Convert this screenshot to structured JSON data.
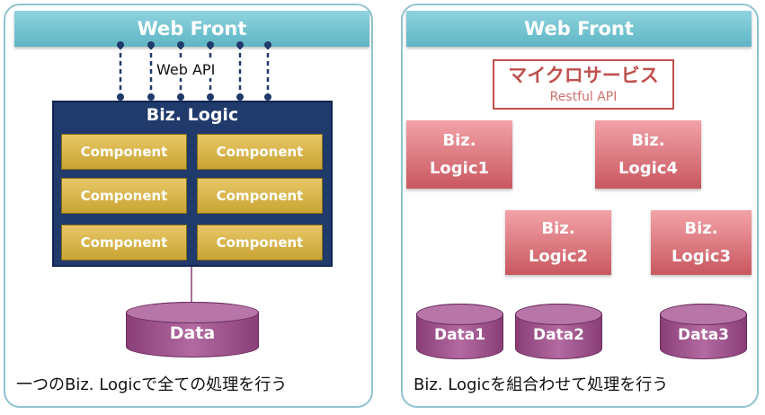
{
  "left_panel": {
    "header": "Web Front",
    "api_label": "Web API",
    "biz_title": "Biz. Logic",
    "components": [
      "Component",
      "Component",
      "Component",
      "Component",
      "Component",
      "Component"
    ],
    "data_label": "Data",
    "caption": "一つのBiz. Logicで全ての処理を行う"
  },
  "right_panel": {
    "header": "Web Front",
    "microservices_label": "マイクロサービス",
    "restful_label": "Restful API",
    "biz1": [
      "Biz.",
      "Logic1"
    ],
    "biz2": [
      "Biz.",
      "Logic2"
    ],
    "biz3": [
      "Biz.",
      "Logic3"
    ],
    "biz4": [
      "Biz.",
      "Logic4"
    ],
    "data1": "Data1",
    "data2": "Data2",
    "data3": "Data3",
    "caption": "Biz. Logicを組合わせて処理を行う"
  },
  "colors": {
    "panel_border": "#8fc3d1",
    "webfront": "#5fb6c5",
    "biz_main": "#1f3a6b",
    "component": "#c9a434",
    "micro_biz": "#c9575f",
    "database": "#8a3e78",
    "connector": "#1f3a6b"
  }
}
